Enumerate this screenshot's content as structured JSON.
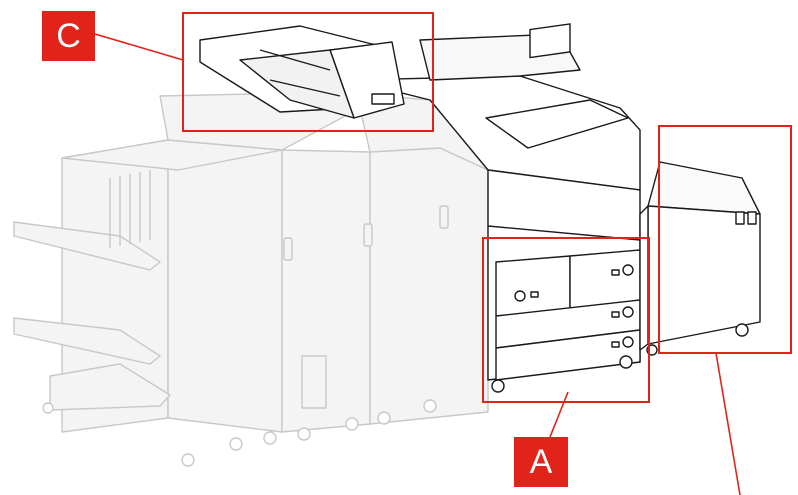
{
  "callouts": [
    {
      "id": "C",
      "label": "C"
    },
    {
      "id": "A",
      "label": "A"
    }
  ],
  "colors": {
    "callout": "#e2231a",
    "machine_outline": "#1a1a1a",
    "ghost_outline": "#c9c9c9",
    "ghost_fill": "#f4f4f4",
    "background": "#ffffff"
  }
}
